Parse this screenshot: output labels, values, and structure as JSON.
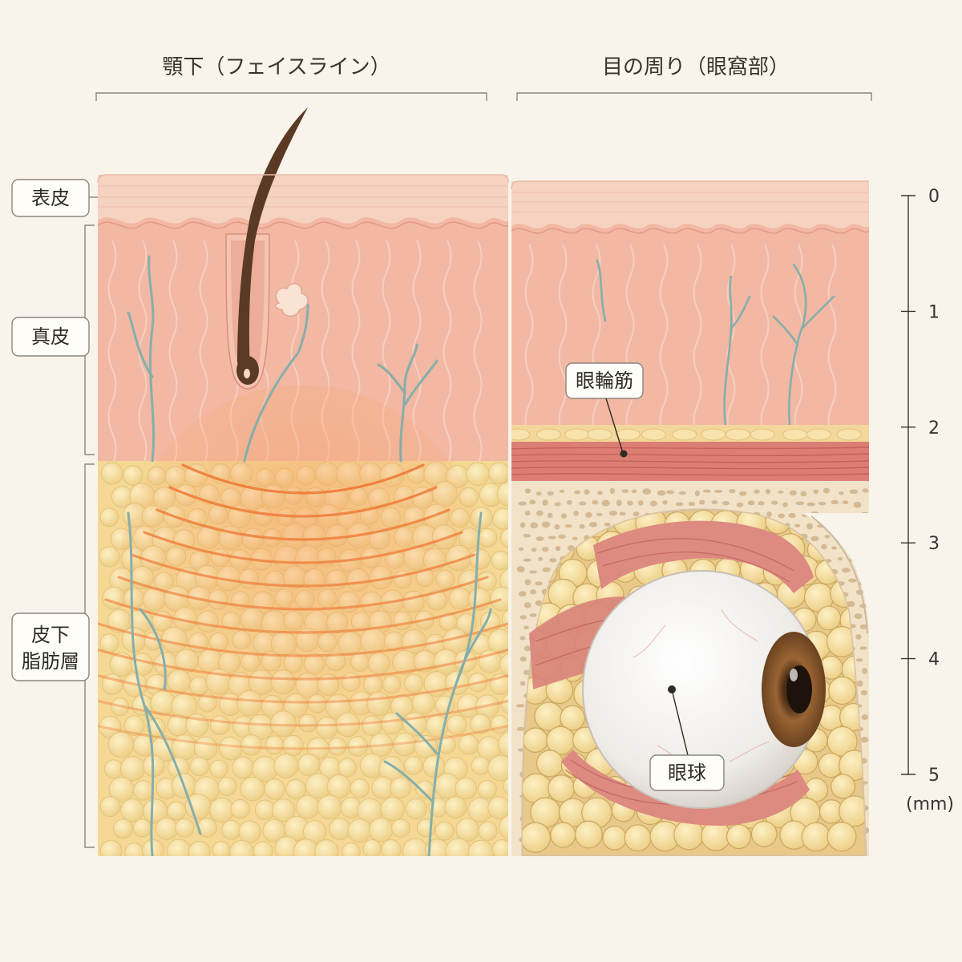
{
  "titles": {
    "left": "顎下（フェイスライン）",
    "right": "目の周り（眼窩部）"
  },
  "labels": {
    "epidermis": "表皮",
    "dermis": "真皮",
    "subcutaneous_line1": "皮下",
    "subcutaneous_line2": "脂肪層",
    "orbicularis": "眼輪筋",
    "eyeball": "眼球"
  },
  "scale": {
    "ticks": [
      "0",
      "1",
      "2",
      "3",
      "4",
      "5"
    ],
    "unit": "(mm)"
  },
  "colors": {
    "background": "#f8f4ec",
    "epidermis": "#f6cfbd",
    "dermis": "#f2b9a4",
    "fat": "#f7dfa6",
    "muscle": "#dd7e74",
    "bone": "#f1e2c8",
    "vessel": "#86aeaa",
    "heat_wave": "#f08a45",
    "hair": "#5a3a24",
    "iris": "#8a5a2e"
  }
}
